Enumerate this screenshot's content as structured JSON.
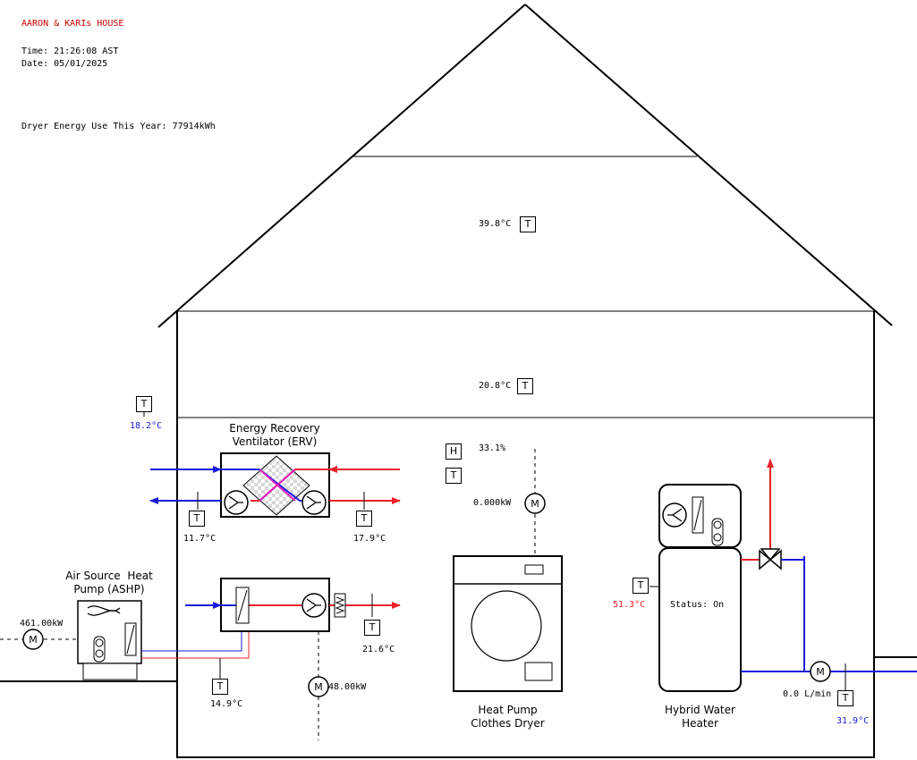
{
  "header": {
    "title": "AARON & KARIs HOUSE",
    "time": "Time: 21:26:08 AST",
    "date": "Date: 05/01/2025",
    "dryer_energy": "Dryer Energy Use This Year: 77914kWh"
  },
  "colors": {
    "title": "#cc0000",
    "hot": "#e8202a",
    "cold": "#1a1adb",
    "mix": "#e020c0"
  },
  "rooms": {
    "attic_temp": "39.8°C",
    "upper_temp": "20.8°C"
  },
  "outdoor": {
    "temp": "18.2°C"
  },
  "sensor_letters": {
    "temp": "T",
    "humidity": "H"
  },
  "meter_letter": "M",
  "erv": {
    "label": "Energy Recovery\nVentilator (ERV)",
    "supply_temp": "11.7°C",
    "exhaust_temp": "17.9°C"
  },
  "ashp": {
    "label": "Air Source  Heat\nPump (ASHP)",
    "power": "461.00kW"
  },
  "heater_unit": {
    "power": "48.00kW",
    "inlet_temp": "14.9°C",
    "outlet_temp": "21.6°C"
  },
  "dryer": {
    "humidity": "33.1%",
    "power": "0.000kW",
    "label": "Heat Pump\nClothes Dryer"
  },
  "water_heater": {
    "status": "Status: On",
    "tank_temp": "51.3°C",
    "flow": "0.0 L/min",
    "inlet_temp": "31.9°C",
    "label": "Hybrid Water\nHeater"
  }
}
